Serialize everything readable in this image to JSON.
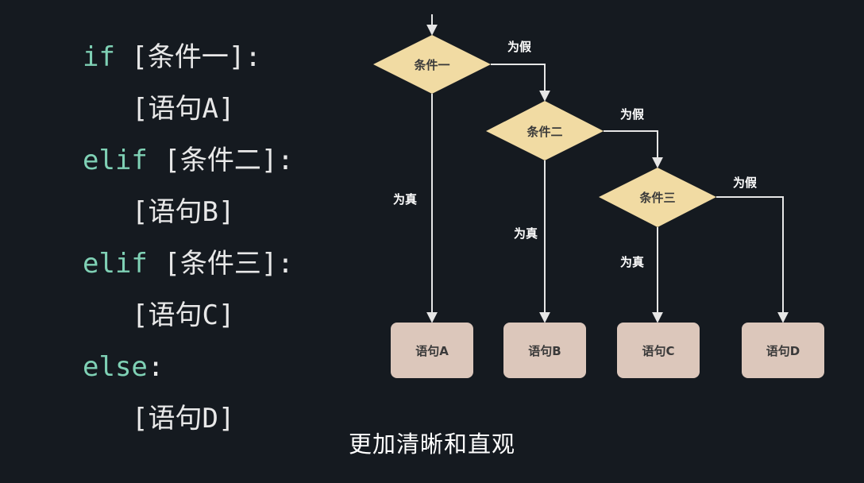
{
  "code": {
    "lines": [
      {
        "keyword": "if",
        "rest": " [条件一]:",
        "indent": false
      },
      {
        "keyword": "",
        "rest": "[语句A]",
        "indent": true
      },
      {
        "keyword": "elif",
        "rest": " [条件二]:",
        "indent": false
      },
      {
        "keyword": "",
        "rest": "[语句B]",
        "indent": true
      },
      {
        "keyword": "elif",
        "rest": " [条件三]:",
        "indent": false
      },
      {
        "keyword": "",
        "rest": "[语句C]",
        "indent": true
      },
      {
        "keyword": "else",
        "rest": ":",
        "indent": false
      },
      {
        "keyword": "",
        "rest": "[语句D]",
        "indent": true
      }
    ]
  },
  "flowchart": {
    "conditions": [
      "条件一",
      "条件二",
      "条件三"
    ],
    "statements": [
      "语句A",
      "语句B",
      "语句C",
      "语句D"
    ],
    "true_label": "为真",
    "false_label": "为假",
    "colors": {
      "diamond": "#f1dba3",
      "box": "#dcc7bb",
      "line": "#e6e6e6",
      "text": "#3a3a3a"
    }
  },
  "subtitle": "更加清晰和直观"
}
